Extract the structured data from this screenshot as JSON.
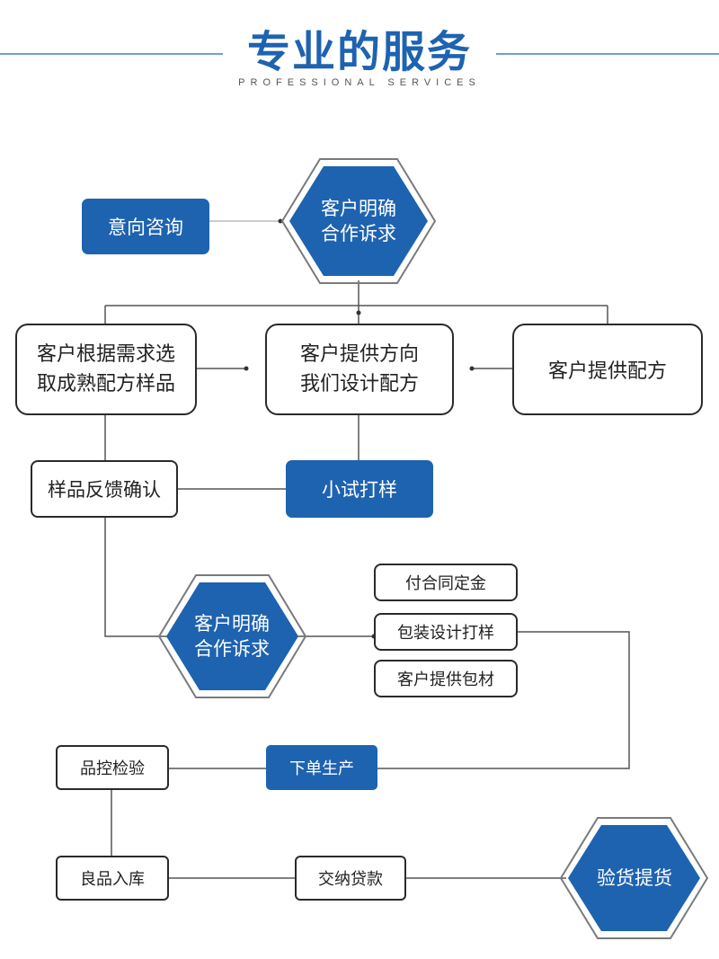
{
  "header": {
    "title": "专业的服务",
    "subtitle": "PROFESSIONAL SERVICES"
  },
  "nodes": {
    "consult": "意向咨询",
    "clarify_top": "客户明确\n合作诉求",
    "choose_sample": "客户根据需求选\n取成熟配方样品",
    "provide_direction": "客户提供方向\n我们设计配方",
    "provide_formula": "客户提供配方",
    "sample_feedback": "样品反馈确认",
    "trial_sample": "小试打样",
    "clarify_mid": "客户明确\n合作诉求",
    "deposit": "付合同定金",
    "packaging_design": "包装设计打样",
    "provide_packaging": "客户提供包材",
    "qc_inspection": "品控检验",
    "production": "下单生产",
    "warehousing": "良品入库",
    "payment": "交纳贷款",
    "inspect_pickup": "验货提货"
  },
  "colors": {
    "accent": "#1e63b0",
    "line": "#555555",
    "hex_border": "#7a7a7a"
  },
  "icons": {
    "hexagon": "hexagon-shape"
  }
}
